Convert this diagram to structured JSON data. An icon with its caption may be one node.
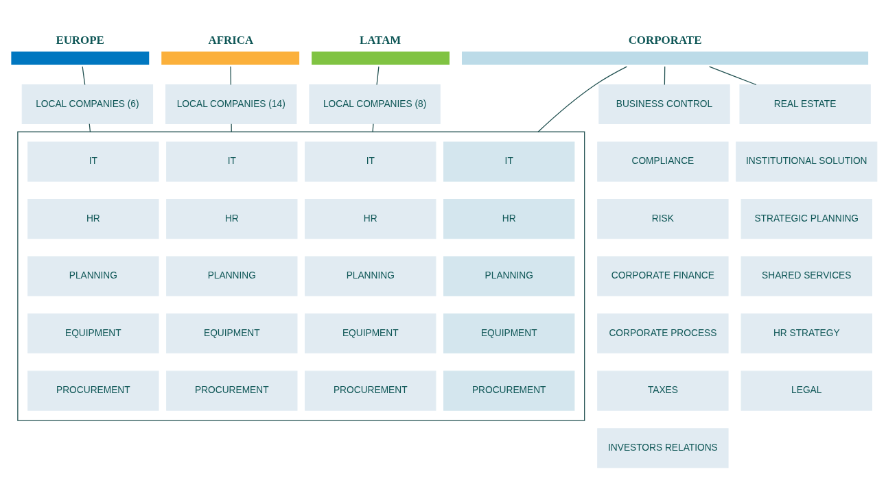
{
  "diagram": {
    "nodes": [
      {
        "text": [
          "EUROPE"
        ]
      },
      {
        "text": [
          "AFRICA"
        ]
      },
      {
        "text": [
          "LATAM"
        ]
      },
      {
        "text": [
          "CORPORATE"
        ]
      },
      {
        "text": [
          "LOCAL COMPANIES (6)"
        ]
      },
      {
        "text": [
          "LOCAL COMPANIES (14)"
        ]
      },
      {
        "text": [
          "LOCAL COMPANIES (8)"
        ]
      },
      {
        "text": [
          "BUSINESS CONTROL"
        ]
      },
      {
        "text": [
          "REAL ESTATE"
        ]
      },
      {
        "text": [
          "COMPLIANCE"
        ]
      },
      {
        "text": [
          "INSTITUTIONAL SOLUTION"
        ]
      },
      {
        "text": [
          "RISK"
        ]
      },
      {
        "text": [
          "STRATEGIC PLANNING"
        ]
      },
      {
        "text": [
          "CORPORATE FINANCE"
        ]
      },
      {
        "text": [
          "SHARED SERVICES"
        ]
      },
      {
        "text": [
          "CORPORATE PROCESS"
        ]
      },
      {
        "text": [
          "HR STRATEGY"
        ]
      },
      {
        "text": [
          "TAXES"
        ]
      },
      {
        "text": [
          "LEGAL"
        ]
      },
      {
        "text": [
          "INVESTORS RELATIONS"
        ]
      },
      {
        "text": [],
        "shape": "box"
      },
      {
        "text": [
          "IT"
        ],
        "in": 20
      },
      {
        "text": [
          "IT"
        ],
        "in": 20
      },
      {
        "text": [
          "IT"
        ],
        "in": 20
      },
      {
        "text": [
          "IT"
        ],
        "in": 20
      },
      {
        "text": [
          "HR"
        ],
        "in": 20
      },
      {
        "text": [
          "HR"
        ],
        "in": 20
      },
      {
        "text": [
          "HR"
        ],
        "in": 20
      },
      {
        "text": [
          "HR"
        ],
        "in": 20
      },
      {
        "text": [
          "PLANNING"
        ],
        "in": 20
      },
      {
        "text": [
          "PLANNING"
        ],
        "in": 20
      },
      {
        "text": [
          "PLANNING"
        ],
        "in": 20
      },
      {
        "text": [
          "PLANNING"
        ],
        "in": 20
      },
      {
        "text": [
          "EQUIPMENT"
        ],
        "in": 20
      },
      {
        "text": [
          "EQUIPMENT"
        ],
        "in": 20
      },
      {
        "text": [
          "EQUIPMENT"
        ],
        "in": 20
      },
      {
        "text": [
          "EQUIPMENT"
        ],
        "in": 20
      },
      {
        "text": [
          "PROCUREMENT"
        ],
        "in": 20
      },
      {
        "text": [
          "PROCUREMENT"
        ],
        "in": 20
      },
      {
        "text": [
          "PROCUREMENT"
        ],
        "in": 20
      },
      {
        "text": [
          "PROCUREMENT"
        ],
        "in": 20
      }
    ],
    "edges": [
      {
        "from": 0,
        "to": 4,
        "arrow": "none"
      },
      {
        "from": 1,
        "to": 5,
        "arrow": "none"
      },
      {
        "from": 2,
        "to": 6,
        "arrow": "none"
      },
      {
        "from": 3,
        "to": 7,
        "arrow": "none"
      },
      {
        "from": 3,
        "to": 8,
        "arrow": "none"
      },
      {
        "from": 4,
        "to": 20,
        "arrow": "none"
      },
      {
        "from": 5,
        "to": 20,
        "arrow": "none"
      },
      {
        "from": 6,
        "to": 20,
        "arrow": "none"
      },
      {
        "from": 3,
        "to": 20,
        "arrow": "none"
      }
    ]
  }
}
